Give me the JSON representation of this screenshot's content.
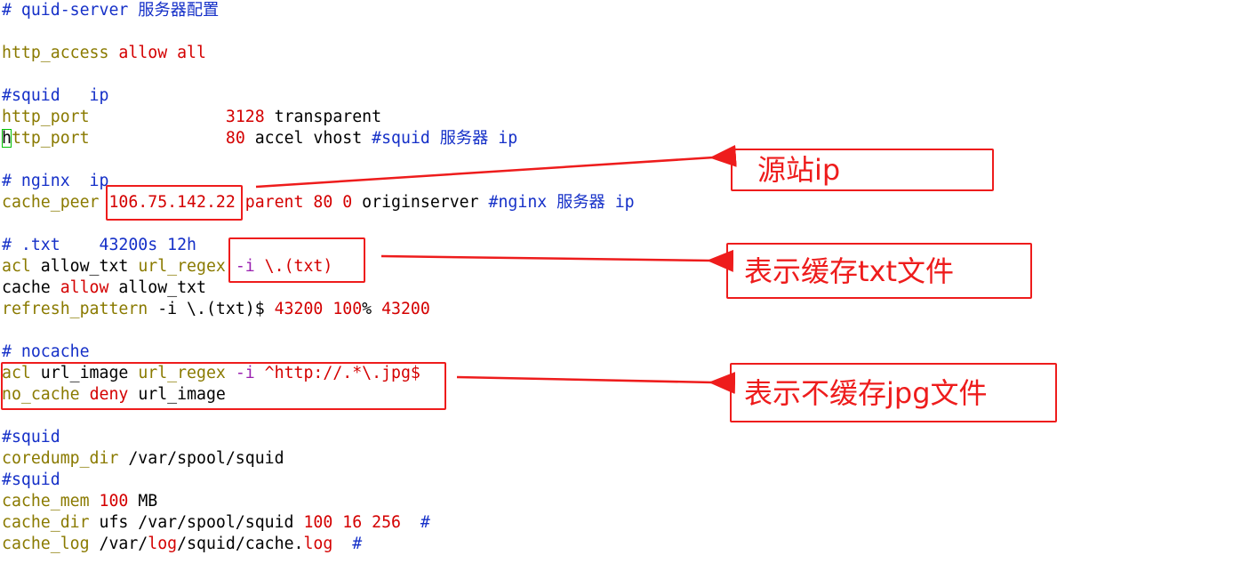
{
  "editor": {
    "lines": [
      [
        {
          "t": "# quid-server 服务器配置",
          "c": "comment"
        }
      ],
      [],
      [
        {
          "t": "http_access",
          "c": "key"
        },
        {
          "t": " ",
          "c": "plain"
        },
        {
          "t": "allow all",
          "c": "value"
        }
      ],
      [],
      [
        {
          "t": "#squid   ip",
          "c": "comment"
        }
      ],
      [
        {
          "t": "http_port",
          "c": "key"
        },
        {
          "t": "              ",
          "c": "plain"
        },
        {
          "t": "3128",
          "c": "value"
        },
        {
          "t": " transparent",
          "c": "plain"
        }
      ],
      [
        {
          "t": "h",
          "c": "cursor"
        },
        {
          "t": "ttp_port",
          "c": "key"
        },
        {
          "t": "              ",
          "c": "plain"
        },
        {
          "t": "80",
          "c": "value"
        },
        {
          "t": " accel vhost ",
          "c": "plain"
        },
        {
          "t": "#squid 服务器 ip",
          "c": "comment"
        }
      ],
      [],
      [
        {
          "t": "# nginx  ip",
          "c": "comment"
        }
      ],
      [
        {
          "t": "cache_peer",
          "c": "key"
        },
        {
          "t": " ",
          "c": "plain"
        },
        {
          "t": "106.75.142.22",
          "c": "value"
        },
        {
          "t": " parent 80 0",
          "c": "value"
        },
        {
          "t": " originserver ",
          "c": "plain"
        },
        {
          "t": "#nginx 服务器 ip",
          "c": "comment"
        }
      ],
      [],
      [
        {
          "t": "# .txt    43200s 12h",
          "c": "comment"
        }
      ],
      [
        {
          "t": "acl",
          "c": "key"
        },
        {
          "t": " allow_txt ",
          "c": "plain"
        },
        {
          "t": "url_regex",
          "c": "key"
        },
        {
          "t": " ",
          "c": "plain"
        },
        {
          "t": "-i",
          "c": "flag"
        },
        {
          "t": " \\.(txt)",
          "c": "value"
        }
      ],
      [
        {
          "t": "cache ",
          "c": "plain"
        },
        {
          "t": "allow",
          "c": "value"
        },
        {
          "t": " allow_txt",
          "c": "plain"
        }
      ],
      [
        {
          "t": "refresh_pattern",
          "c": "key"
        },
        {
          "t": " -i \\.(txt)$ ",
          "c": "plain"
        },
        {
          "t": "43200",
          "c": "value"
        },
        {
          "t": " ",
          "c": "plain"
        },
        {
          "t": "100",
          "c": "value"
        },
        {
          "t": "% ",
          "c": "plain"
        },
        {
          "t": "43200",
          "c": "value"
        }
      ],
      [],
      [
        {
          "t": "# nocache",
          "c": "comment"
        }
      ],
      [
        {
          "t": "acl",
          "c": "key"
        },
        {
          "t": " url_image ",
          "c": "plain"
        },
        {
          "t": "url_regex",
          "c": "key"
        },
        {
          "t": " ",
          "c": "plain"
        },
        {
          "t": "-i",
          "c": "flag"
        },
        {
          "t": " ^http://.*\\.jpg$",
          "c": "value"
        }
      ],
      [
        {
          "t": "no_cache",
          "c": "key"
        },
        {
          "t": " ",
          "c": "plain"
        },
        {
          "t": "deny",
          "c": "value"
        },
        {
          "t": " url_image",
          "c": "plain"
        }
      ],
      [],
      [
        {
          "t": "#squid",
          "c": "comment"
        }
      ],
      [
        {
          "t": "coredump_dir",
          "c": "key"
        },
        {
          "t": " /var/spool/squid",
          "c": "plain"
        }
      ],
      [
        {
          "t": "#squid",
          "c": "comment"
        }
      ],
      [
        {
          "t": "cache_mem",
          "c": "key"
        },
        {
          "t": " ",
          "c": "plain"
        },
        {
          "t": "100",
          "c": "value"
        },
        {
          "t": " MB",
          "c": "plain"
        }
      ],
      [
        {
          "t": "cache_dir",
          "c": "key"
        },
        {
          "t": " ufs /var/spool/squid ",
          "c": "plain"
        },
        {
          "t": "100 16 256",
          "c": "value"
        },
        {
          "t": "  ",
          "c": "plain"
        },
        {
          "t": "#",
          "c": "comment"
        }
      ],
      [
        {
          "t": "cache_log",
          "c": "key"
        },
        {
          "t": " /var/",
          "c": "plain"
        },
        {
          "t": "log",
          "c": "value"
        },
        {
          "t": "/squid/cache.",
          "c": "plain"
        },
        {
          "t": "log",
          "c": "value"
        },
        {
          "t": "  ",
          "c": "plain"
        },
        {
          "t": "#",
          "c": "comment"
        }
      ]
    ]
  },
  "annotations": {
    "source_ip_label": "源站ip",
    "cache_txt_label": "表示缓存txt文件",
    "no_cache_jpg_label": "表示不缓存jpg文件"
  },
  "colors": {
    "comment": "#1530c8",
    "key": "#8a7a00",
    "value": "#d40000",
    "plain": "#000000",
    "flag": "#9a20b0",
    "annotation": "#ee1c1c",
    "cursor": "#00c000"
  }
}
